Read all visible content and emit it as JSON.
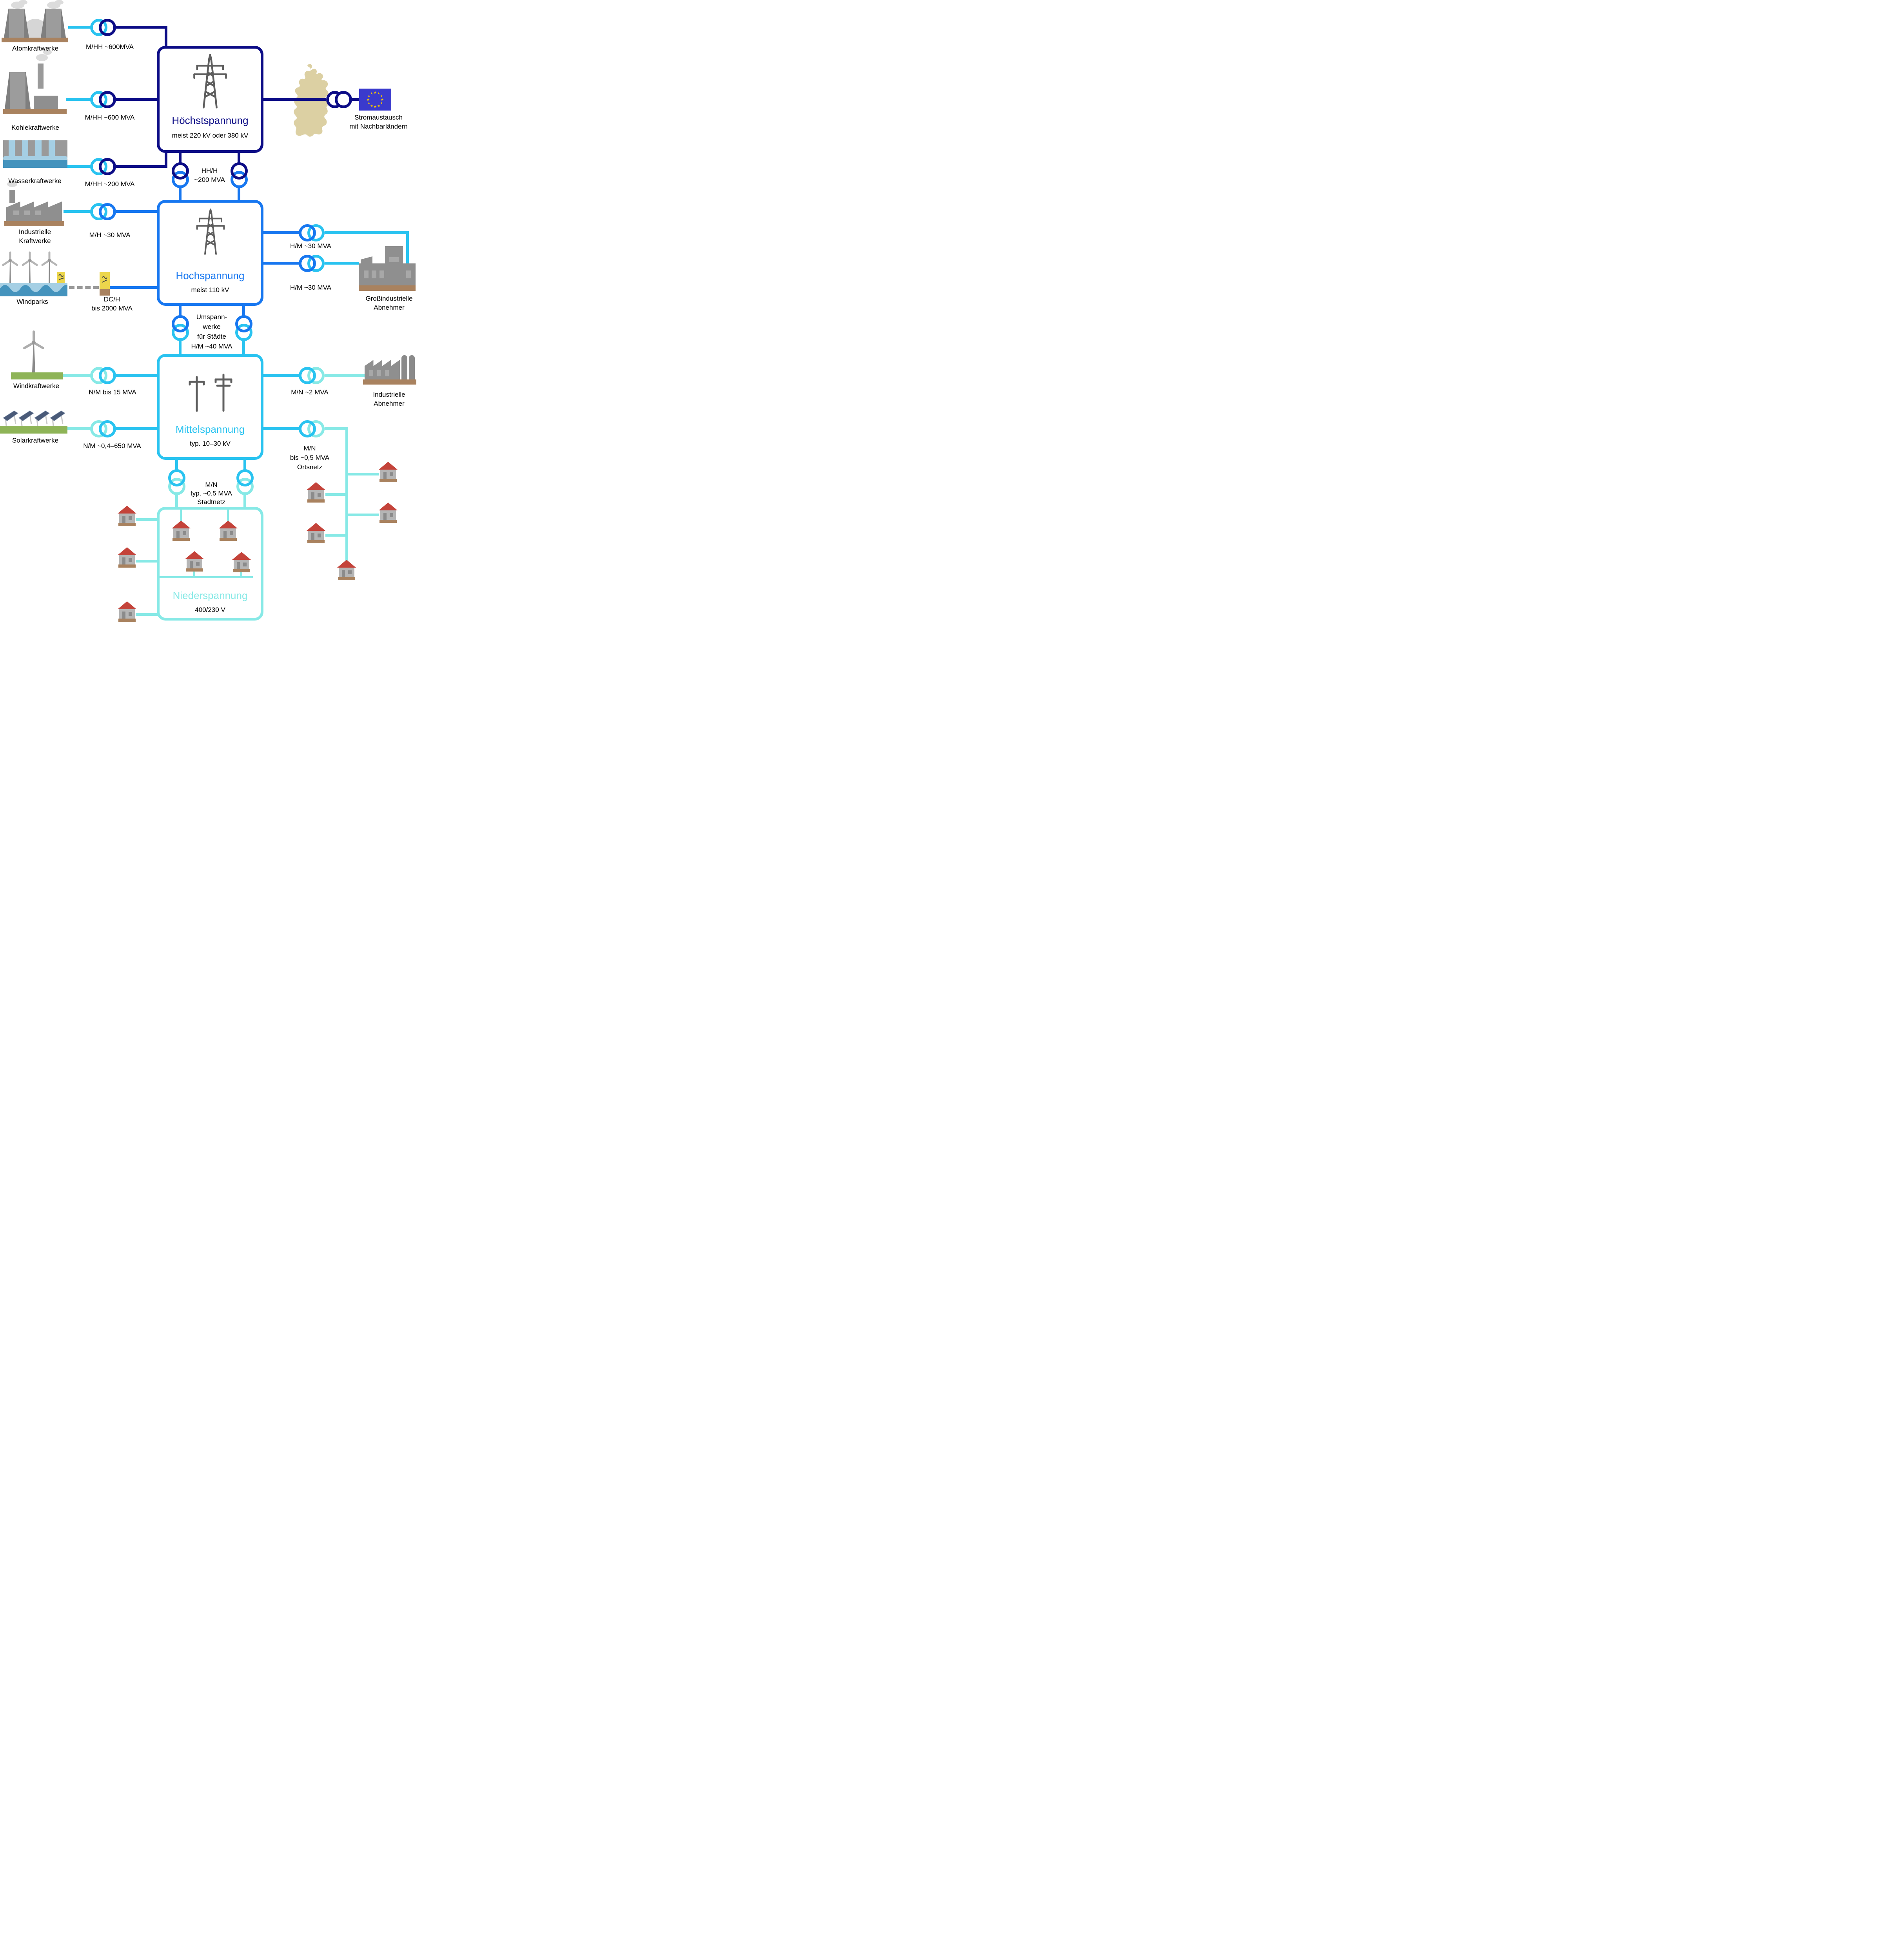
{
  "palette": {
    "hh": "#0c0c86",
    "h": "#1777f0",
    "m": "#29c3f0",
    "n": "#87e9e6",
    "eu_flag": "#3a3acd",
    "eu_star": "#f5c400",
    "germany_map": "#dcd0a3"
  },
  "boxes": {
    "hoechstspannung": {
      "title": "Höchstspannung",
      "subtitle": "meist 220 kV oder 380 kV"
    },
    "hochspannung": {
      "title": "Hochspannung",
      "subtitle": "meist 110 kV"
    },
    "mittelspannung": {
      "title": "Mittelspannung",
      "subtitle": "typ. 10–30 kV"
    },
    "niederspannung": {
      "title": "Niederspannung",
      "subtitle": "400/230 V"
    }
  },
  "sources": {
    "atom": {
      "label": "Atomkraftwerke",
      "transformer": "M/HH ~600MVA"
    },
    "kohle": {
      "label": "Kohlekraftwerke",
      "transformer": "M/HH ~600 MVA"
    },
    "wasser": {
      "label": "Wasserkraftwerke",
      "transformer": "M/HH ~200 MVA"
    },
    "industrielle_kraftwerke": {
      "line1": "Industrielle",
      "line2": "Kraftwerke",
      "transformer": "M/H ~30 MVA"
    },
    "windparks": {
      "label": "Windparks",
      "converter_line1": "DC/H",
      "converter_line2": "bis 2000 MVA"
    },
    "windkraftwerke": {
      "label": "Windkraftwerke",
      "transformer": "N/M bis 15 MVA"
    },
    "solarkraftwerke": {
      "label": "Solarkraftwerke",
      "transformer": "N/M ~0,4–650 MVA"
    }
  },
  "interconnects": {
    "hh_h": {
      "line1": "HH/H",
      "line2": "~200 MVA"
    },
    "umspannwerke": {
      "line1": "Umspann-",
      "line2": "werke",
      "line3": "für Städte",
      "line4": "H/M ~40 MVA"
    },
    "stadtnetz": {
      "line1": "M/N",
      "line2": "typ. ~0.5 MVA",
      "line3": "Stadtnetz"
    }
  },
  "consumers": {
    "stromaustausch": {
      "line1": "Stromaustausch",
      "line2": "mit Nachbarländern"
    },
    "grossindustrielle": {
      "transformer_upper": "H/M ~30 MVA",
      "transformer_lower": "H/M ~30 MVA",
      "line1": "Großindustrielle",
      "line2": "Abnehmer"
    },
    "industrielle_abnehmer": {
      "transformer": "M/N ~2 MVA",
      "line1": "Industrielle",
      "line2": "Abnehmer"
    },
    "ortsnetz": {
      "line1": "M/N",
      "line2": "bis ~0,5 MVA",
      "line3": "Ortsnetz"
    }
  }
}
